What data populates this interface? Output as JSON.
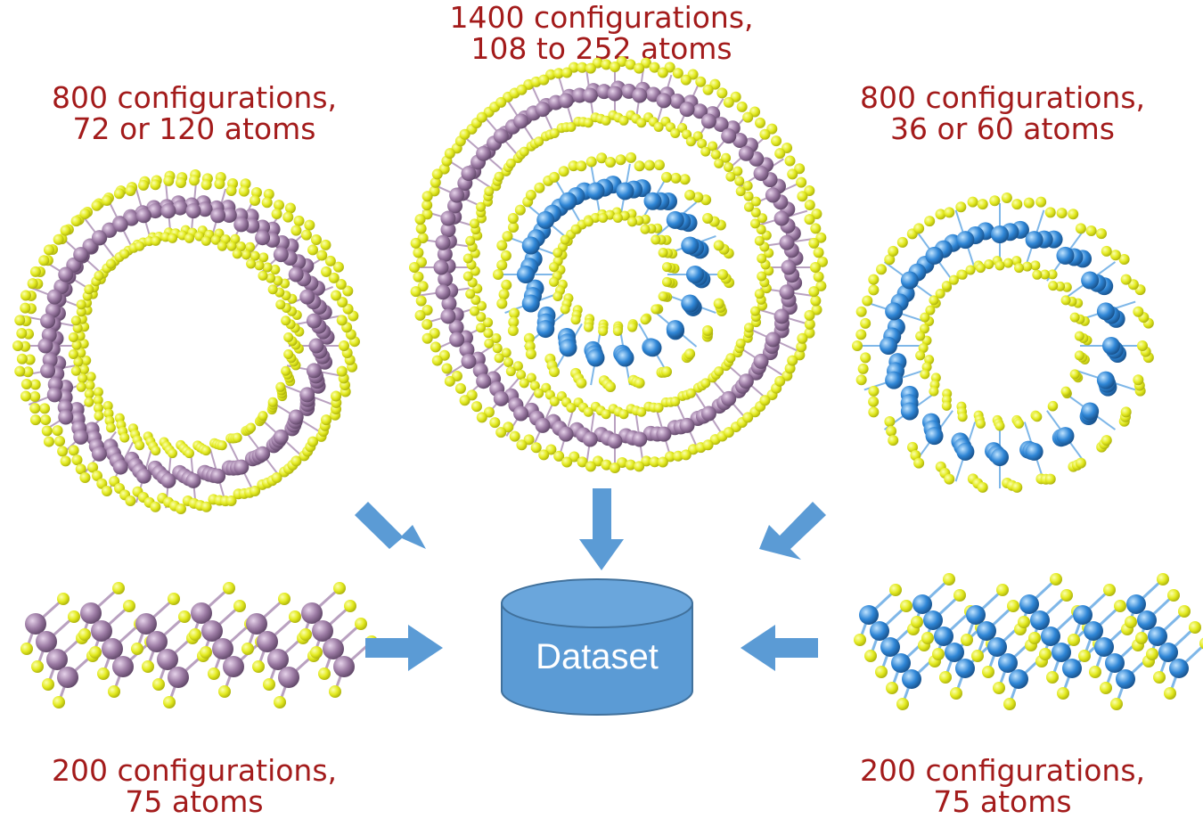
{
  "labels": {
    "top_left": {
      "line1": "800 configurations,",
      "line2": "72 or 120 atoms"
    },
    "top_center": {
      "line1": "1400 configurations,",
      "line2": "108 to 252 atoms"
    },
    "top_right": {
      "line1": "800 configurations,",
      "line2": "36 or 60 atoms"
    },
    "bottom_left": {
      "line1": "200 configurations,",
      "line2": "75 atoms"
    },
    "bottom_right": {
      "line1": "200 configurations,",
      "line2": "75 atoms"
    }
  },
  "dataset": {
    "label": "Dataset"
  },
  "colors": {
    "label_text": "#a31b1b",
    "sulfur": "#e8ef2a",
    "metal_purple": "#9b7aa3",
    "metal_blue": "#2f86d6",
    "arrow": "#5b9bd5",
    "cylinder": "#5b9bd5",
    "cylinder_edge": "#41719c"
  }
}
